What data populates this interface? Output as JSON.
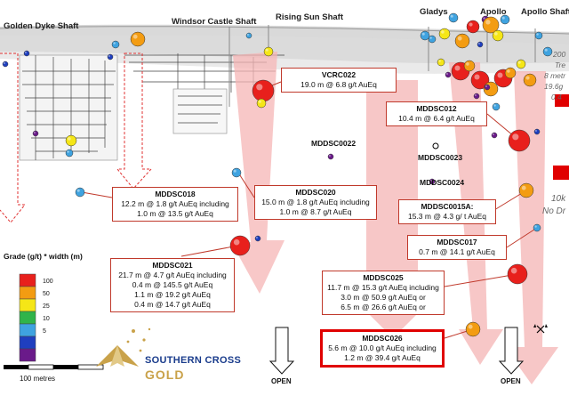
{
  "shafts": [
    {
      "id": "golden-dyke",
      "label": "Golden Dyke Shaft"
    },
    {
      "id": "windsor-castle",
      "label": "Windsor Castle Shaft"
    },
    {
      "id": "rising-sun",
      "label": "Rising Sun Shaft"
    },
    {
      "id": "gladys",
      "label": "Gladys"
    },
    {
      "id": "apollo",
      "label": "Apollo"
    },
    {
      "id": "apollo-shaft",
      "label": "Apollo Shaft"
    }
  ],
  "hole_labels": {
    "mddsc0022": "MDDSC0022",
    "mddsc0023": "MDDSC0023",
    "mddsc0024": "MDDSC0024"
  },
  "callouts": {
    "vcrc022": {
      "title": "VCRC022",
      "lines": [
        "19.0 m @ 6.8 g/t AuEq"
      ]
    },
    "mddsc012": {
      "title": "MDDSC012",
      "lines": [
        "10.4 m @ 6.4 g/t AuEq"
      ]
    },
    "mddsc018": {
      "title": "MDDSC018",
      "lines": [
        "12.2 m @ 1.8 g/t AuEq including",
        "1.0 m @ 13.5 g/t AuEq"
      ]
    },
    "mddsc020": {
      "title": "MDDSC020",
      "lines": [
        "15.0 m @ 1.8 g/t AuEq including",
        "1.0 m @ 8.7 g/t AuEq"
      ]
    },
    "mddsc0015a": {
      "title": "MDDSC0015A:",
      "lines": [
        "15.3 m @ 4.3 g/ t AuEq"
      ]
    },
    "mddsc017": {
      "title": "MDDSC017",
      "lines": [
        "0.7 m @ 14.1 g/t AuEq"
      ]
    },
    "mddsc021": {
      "title": "MDDSC021",
      "lines": [
        "21.7 m @ 4.7 g/t AuEq including",
        "0.4 m @ 145.5 g/t AuEq",
        "1.1 m @ 19.2 g/t AuEq",
        "0.4 m @ 14.7 g/t AuEq"
      ]
    },
    "mddsc025": {
      "title": "MDDSC025",
      "lines": [
        "11.7 m @ 15.3 g/t AuEq including",
        "3.0 m @ 50.9 g/t AuEq or",
        "6.5 m @ 26.6 g/t AuEq or"
      ]
    },
    "mddsc026": {
      "title": "MDDSC026",
      "lines": [
        "5.6 m @ 10.0 g/t AuEq including",
        "1.2 m @ 39.4 g/t AuEq"
      ]
    }
  },
  "side_notes": {
    "top_right": [
      "200",
      "Tre",
      "8 metr",
      "19.6g",
      "0.4"
    ],
    "mid_right": [
      "10k",
      "No Dr"
    ]
  },
  "legend": {
    "title": "Grade (g/t) * width (m)",
    "stops": [
      {
        "value": "100",
        "color": "#e8201c"
      },
      {
        "value": "50",
        "color": "#f39c12"
      },
      {
        "value": "25",
        "color": "#f5e617"
      },
      {
        "value": "10",
        "color": "#30b44a"
      },
      {
        "value": "5",
        "color": "#3fa3e0"
      },
      {
        "value": "",
        "color": "#1f3fbf"
      },
      {
        "value": "",
        "color": "#6a1a8a"
      }
    ]
  },
  "scale_bar": {
    "label": "100 metres"
  },
  "open_labels": {
    "left": "OPEN",
    "right": "OPEN"
  },
  "logo": {
    "line1": "SOUTHERN CROSS",
    "line2": "GOLD"
  },
  "colors": {
    "callout_border": "#c0392b",
    "highlight_border": "#e00000",
    "projection_arrow": "#f5b5b5",
    "surface_band": "#c8c8c8",
    "brand_blue": "#1a3c8c",
    "brand_gold": "#c9a24a"
  }
}
